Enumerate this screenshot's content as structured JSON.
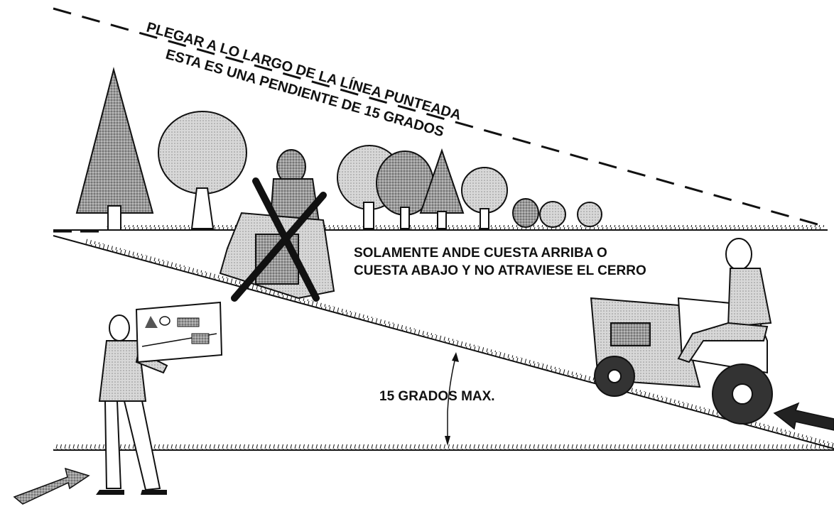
{
  "labels": {
    "fold_line": "PLEGAR A LO LARGO DE LA LÍNEA PUNTEADA",
    "slope_line": "ESTA ES UNA PENDIENTE DE 15 GRADOS",
    "instruction_1": "SOLAMENTE ANDE CUESTA ARRIBA O",
    "instruction_2": "CUESTA ABAJO Y NO ATRAVIESE EL CERRO",
    "max_angle": "15 GRADOS MAX."
  },
  "icons": [
    "tree-icon",
    "lawn-tractor-icon",
    "person-icon",
    "prohibited-x-icon",
    "direction-arrow-icon",
    "gauge-card-icon"
  ],
  "colors": {
    "ink": "#111111",
    "foliage": "#8a8a8a",
    "paper": "#ffffff"
  }
}
